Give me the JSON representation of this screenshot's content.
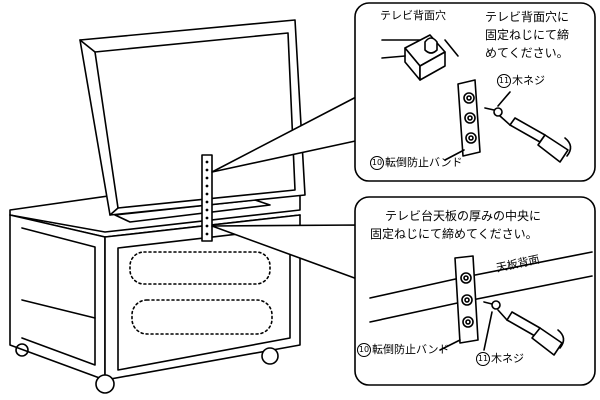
{
  "callout_top": {
    "hole_label": "テレビ背面穴",
    "instruction": [
      "テレビ背面穴に",
      "固定ねじにて締",
      "めてください。"
    ],
    "screw_num": "11",
    "screw_label": "木ネジ",
    "band_num": "10",
    "band_label": "転倒防止バンド"
  },
  "callout_bottom": {
    "instruction": [
      "テレビ台天板の厚みの中央に",
      "固定ねじにて締めてください。"
    ],
    "panel_label": "天板背面",
    "band_num": "10",
    "band_label": "転倒防止バンド",
    "screw_num": "11",
    "screw_label": "木ネジ"
  },
  "colors": {
    "line": "#000000",
    "background": "#ffffff"
  }
}
